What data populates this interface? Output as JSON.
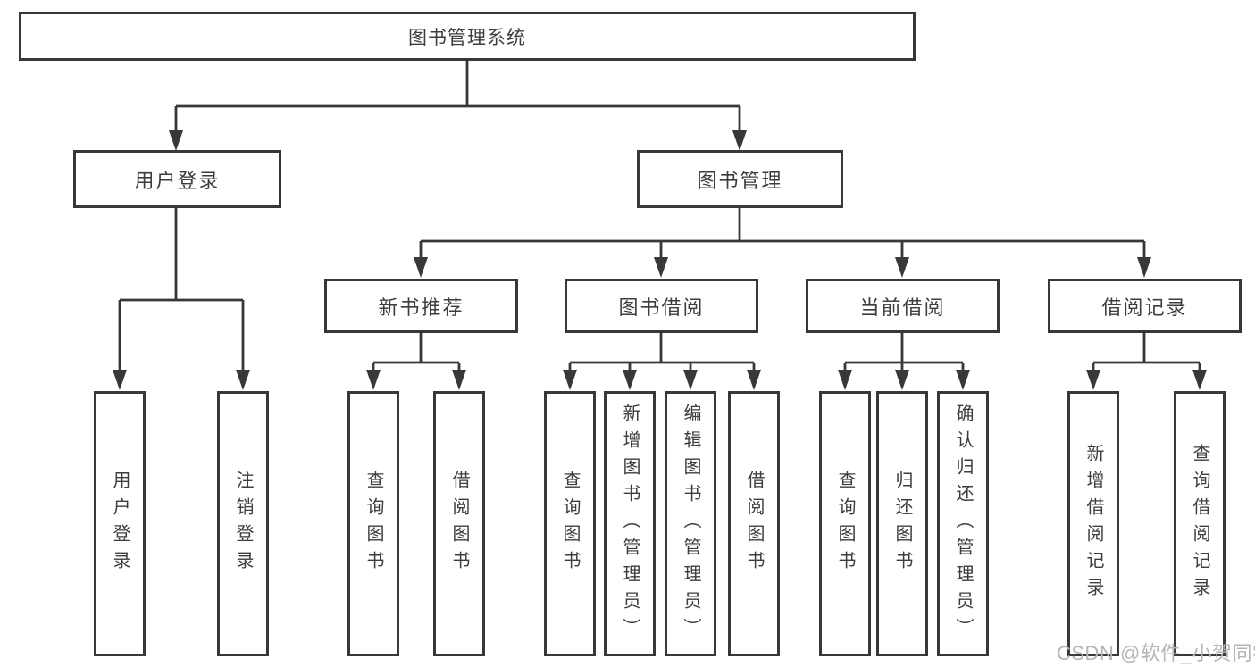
{
  "diagram": {
    "root": "图书管理系统",
    "branches": [
      {
        "label": "用户登录",
        "leaves": [
          "用户登录",
          "注销登录"
        ]
      },
      {
        "label": "图书管理",
        "groups": [
          {
            "label": "新书推荐",
            "leaves": [
              "查询图书",
              "借阅图书"
            ]
          },
          {
            "label": "图书借阅",
            "leaves": [
              "查询图书",
              "新增图书（管理员）",
              "编辑图书（管理员）",
              "借阅图书"
            ]
          },
          {
            "label": "当前借阅",
            "leaves": [
              "查询图书",
              "归还图书",
              "确认归还（管理员）"
            ]
          },
          {
            "label": "借阅记录",
            "leaves": [
              "新增借阅记录",
              "查询借阅记录"
            ]
          }
        ]
      }
    ]
  },
  "watermark": "CSDN @软件_小贺同学",
  "colors": {
    "line": "#383838",
    "text": "#3d3d3d",
    "watermark": "#b5b5b5",
    "background": "#ffffff"
  }
}
